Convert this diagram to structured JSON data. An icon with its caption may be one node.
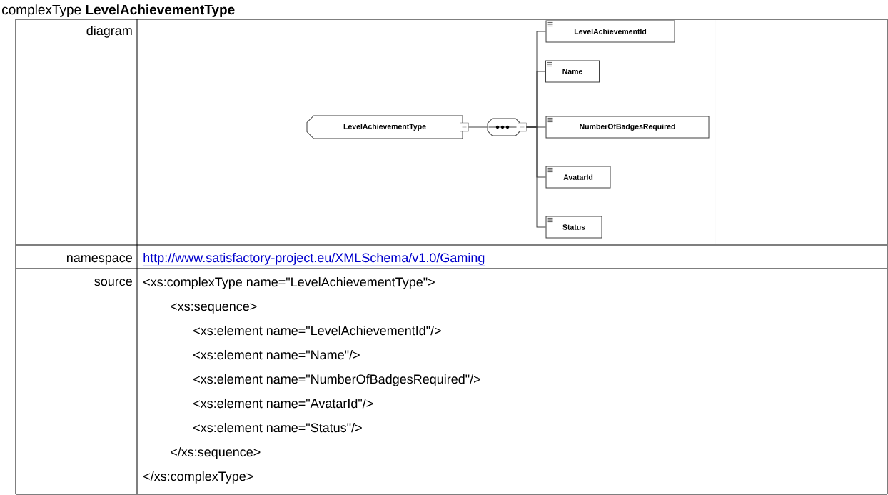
{
  "diagram": {
    "title": "complexType **LevelAchievementType**",
    "nodes": [
      {
        "text": [
          "LevelAchievementType"
        ]
      },
      {
        "text": [],
        "shape": "octagon"
      },
      {
        "text": [
          "LevelAchievementId"
        ]
      },
      {
        "text": [
          "Name"
        ]
      },
      {
        "text": [
          "NumberOfBadgesRequired"
        ]
      },
      {
        "text": [
          "AvatarId"
        ]
      },
      {
        "text": [
          "Status"
        ]
      }
    ],
    "edges": [
      {
        "from": 0,
        "to": 1,
        "arrow": "none"
      },
      {
        "from": 1,
        "to": 2,
        "arrow": "none"
      },
      {
        "from": 1,
        "to": 3,
        "arrow": "none"
      },
      {
        "from": 1,
        "to": 4,
        "arrow": "none"
      },
      {
        "from": 1,
        "to": 5,
        "arrow": "none"
      },
      {
        "from": 1,
        "to": 6,
        "arrow": "none"
      }
    ],
    "labels": [
      "diagram",
      "namespace",
      "http://www.satisfactory-project.eu/XMLSchema/v1.0/Gaming",
      "source",
      "<xs:complexType name=\"LevelAchievementType\">",
      "<xs:sequence>",
      "<xs:element name=\"LevelAchievementId\"/>",
      "<xs:element name=\"Name\"/>",
      "<xs:element name=\"NumberOfBadgesRequired\"/>",
      "<xs:element name=\"AvatarId\"/>",
      "<xs:element name=\"Status\"/>",
      "</xs:sequence>",
      "</xs:complexType>"
    ]
  }
}
